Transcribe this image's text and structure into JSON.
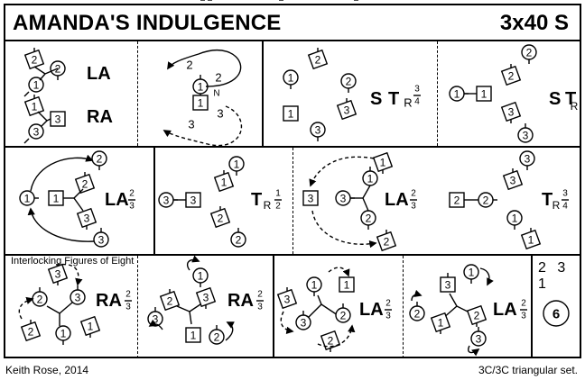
{
  "title": "AMANDA'S INDULGENCE",
  "tempo": "3x40 S",
  "footer": {
    "author": "Keith Rose, 2014",
    "set": "3C/3C  triangular set."
  },
  "notes": {
    "interlocking": "Interlocking Figures of Eight"
  },
  "sequence": {
    "order": "2 3 1",
    "count": "6"
  },
  "cells": {
    "la": "LA",
    "ra": "RA",
    "s": "S",
    "t": "T",
    "r": "R",
    "frac_34": "3",
    "frac_34_den": "4",
    "frac_23_num": "2",
    "frac_23_den": "3",
    "frac_12_num": "1",
    "frac_12_den": "2",
    "n": "N"
  },
  "dancers": [
    "1",
    "2",
    "3"
  ]
}
